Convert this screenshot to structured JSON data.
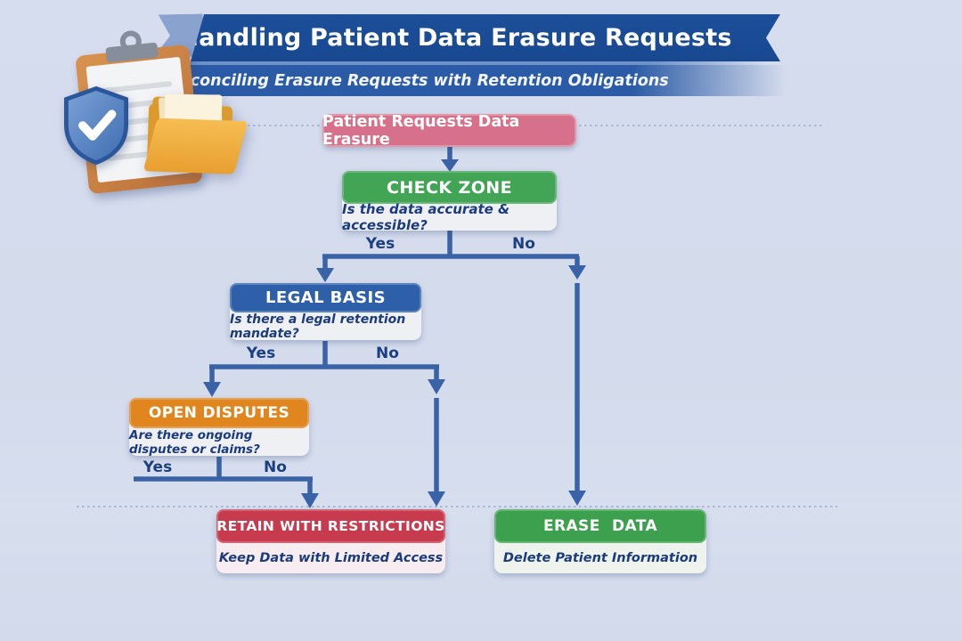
{
  "header": {
    "title": "Handling Patient Data Erasure Requests",
    "subtitle": "Reconciling Erasure Requests with Retention Obligations"
  },
  "illustration": {
    "parts": [
      "clipboard-icon",
      "shield-check-icon",
      "folder-icon"
    ]
  },
  "flow": {
    "start": {
      "label": "Patient Requests Data Erasure"
    },
    "nodes": [
      {
        "id": "check-zone",
        "title": "CHECK ZONE",
        "question": "Is the data accurate & accessible?"
      },
      {
        "id": "legal-basis",
        "title": "LEGAL BASIS",
        "question": "Is there a legal retention mandate?"
      },
      {
        "id": "open-disputes",
        "title": "OPEN DISPUTES",
        "question": "Are there ongoing disputes or claims?"
      },
      {
        "id": "retain",
        "title": "RETAIN WITH RESTRICTIONS",
        "subtitle": "Keep Data with Limited Access"
      },
      {
        "id": "erase",
        "title": "ERASE DATA",
        "subtitle": "Delete Patient Information"
      }
    ],
    "labels": {
      "yes": "Yes",
      "no": "No"
    },
    "edges": [
      {
        "from": "start",
        "to": "check-zone"
      },
      {
        "from": "check-zone",
        "label": "Yes",
        "to": "legal-basis"
      },
      {
        "from": "check-zone",
        "label": "No",
        "to": "erase"
      },
      {
        "from": "legal-basis",
        "label": "Yes",
        "to": "open-disputes"
      },
      {
        "from": "legal-basis",
        "label": "No",
        "to": "retain"
      },
      {
        "from": "open-disputes",
        "label": "Yes",
        "to": ""
      },
      {
        "from": "open-disputes",
        "label": "No",
        "to": "retain"
      }
    ]
  },
  "colors": {
    "background": "#d5dcec",
    "banner_dark_blue": "#174890",
    "banner_mid_blue": "#2b5ba6",
    "start_pink": "#d7708a",
    "check_green": "#42a455",
    "legal_blue": "#2d60a8",
    "disputes_orange": "#e1861f",
    "retain_red": "#c83a4e",
    "erase_green": "#3da04f",
    "connector_blue": "#3a63a7",
    "label_navy": "#1b3f80"
  }
}
